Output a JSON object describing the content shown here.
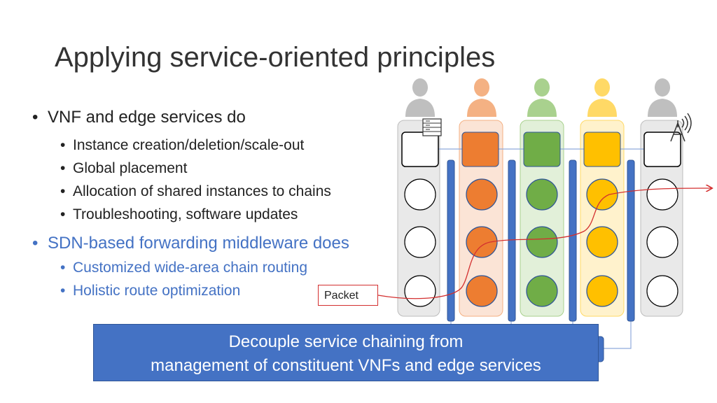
{
  "slide": {
    "title": "Applying service-oriented principles"
  },
  "bullets": {
    "vnf_heading": "VNF and edge services do",
    "vnf_items": [
      "Instance creation/deletion/scale-out",
      "Global placement",
      "Allocation of shared instances to chains",
      "Troubleshooting, software updates"
    ],
    "sdn_heading": "SDN-based forwarding middleware does",
    "sdn_items": [
      "Customized wide-area chain routing",
      "Holistic route optimization"
    ],
    "bullet_glyph": "•"
  },
  "diagram": {
    "packet_label": "Packet",
    "colors": {
      "orange": "#ed7d31",
      "green": "#70ad47",
      "yellow": "#ffc000",
      "gray": "#e6e6e6",
      "blue": "#4472c4",
      "packet_path": "#d32f2f"
    },
    "icons": [
      "person-icon",
      "server-icon",
      "antenna-icon"
    ]
  },
  "banner": {
    "line1": "Decouple service chaining from",
    "line2": "management of constituent VNFs and edge services"
  }
}
